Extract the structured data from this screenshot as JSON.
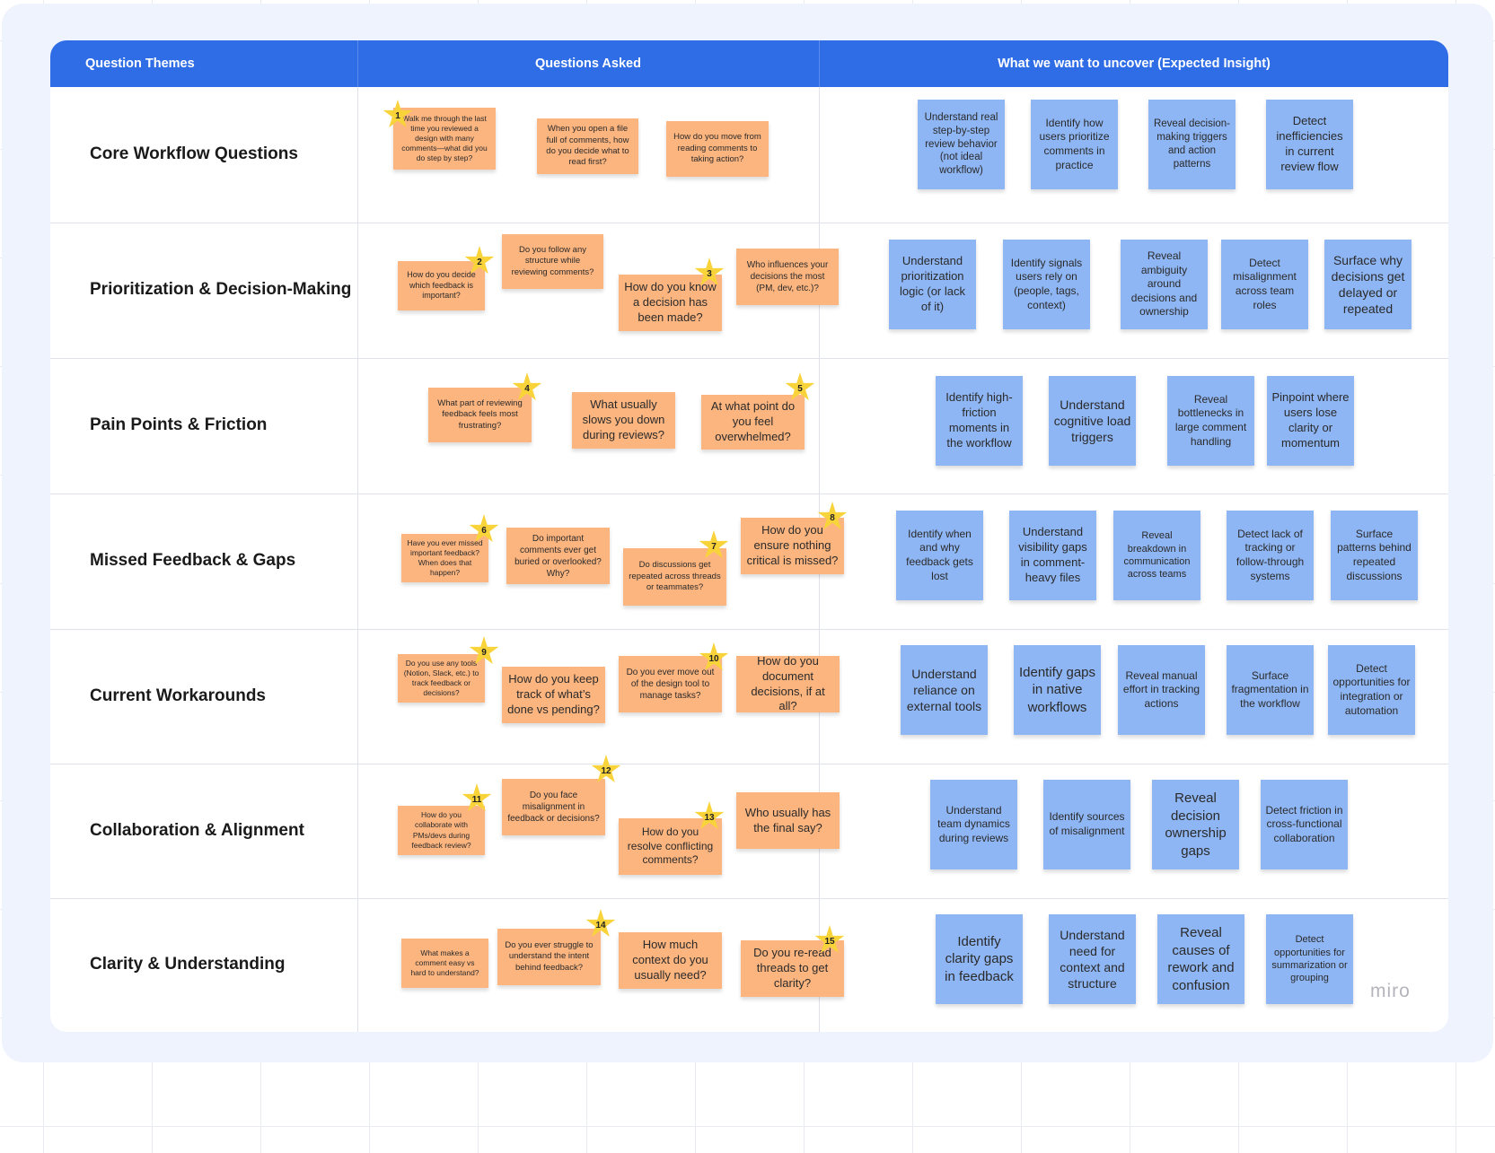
{
  "colors": {
    "header": "#2e6de5",
    "question_note": "#fdb57f",
    "insight_note": "#8fb6f4",
    "star": "#f9d33a"
  },
  "header": {
    "col1": "Question Themes",
    "col2": "Questions Asked",
    "col3": "What we want to uncover (Expected Insight)"
  },
  "rows": [
    {
      "theme": "Core Workflow Questions",
      "questions": [
        {
          "text": "Walk me through the last time you reviewed a design with many comments—what did you do step by step?",
          "star": "1"
        },
        {
          "text": "When you open a file full of comments, how do you decide what to read first?"
        },
        {
          "text": "How do you move from reading comments to taking action?"
        }
      ],
      "insights": [
        "Understand real step-by-step review behavior (not ideal workflow)",
        "Identify how users prioritize comments in practice",
        "Reveal decision-making triggers and action patterns",
        "Detect inefficiencies in current review flow"
      ]
    },
    {
      "theme": "Prioritization & Decision-Making",
      "questions": [
        {
          "text": "How do you decide which feedback is important?",
          "star": "2"
        },
        {
          "text": "Do you follow any structure while reviewing comments?"
        },
        {
          "text": "How do you know a decision has been made?",
          "star": "3"
        },
        {
          "text": "Who influences your decisions the most (PM, dev, etc.)?"
        }
      ],
      "insights": [
        "Understand prioritization logic (or lack of it)",
        "Identify signals users rely on (people, tags, context)",
        "Reveal ambiguity around decisions and ownership",
        "Detect misalignment across team roles",
        "Surface why decisions get delayed or repeated"
      ]
    },
    {
      "theme": "Pain Points & Friction",
      "questions": [
        {
          "text": "What part of reviewing feedback feels most frustrating?",
          "star": "4"
        },
        {
          "text": "What usually slows you down during reviews?"
        },
        {
          "text": "At what point do you feel overwhelmed?",
          "star": "5"
        }
      ],
      "insights": [
        "Identify high-friction moments in the workflow",
        "Understand cognitive load triggers",
        "Reveal bottlenecks in large comment handling",
        "Pinpoint where users lose clarity or momentum"
      ]
    },
    {
      "theme": "Missed Feedback & Gaps",
      "questions": [
        {
          "text": "Have you ever missed important feedback? When does that happen?",
          "star": "6"
        },
        {
          "text": "Do important comments ever get buried or overlooked? Why?"
        },
        {
          "text": "Do discussions get repeated across threads or teammates?",
          "star": "7"
        },
        {
          "text": "How do you ensure nothing critical is missed?",
          "star": "8"
        }
      ],
      "insights": [
        "Identify when and why feedback gets lost",
        "Understand visibility gaps in comment-heavy files",
        "Reveal breakdown in communication across teams",
        "Detect lack of tracking or follow-through systems",
        "Surface patterns behind repeated discussions"
      ]
    },
    {
      "theme": "Current Workarounds",
      "questions": [
        {
          "text": "Do you use any tools (Notion, Slack, etc.) to track feedback or decisions?",
          "star": "9"
        },
        {
          "text": "How do you keep track of what’s done vs pending?"
        },
        {
          "text": "Do you ever move out of the design tool to manage tasks?",
          "star": "10"
        },
        {
          "text": "How do you document decisions, if at all?"
        }
      ],
      "insights": [
        "Understand reliance on external tools",
        "Identify gaps in native workflows",
        "Reveal manual effort in tracking actions",
        "Surface fragmentation in the workflow",
        "Detect opportunities for integration or automation"
      ]
    },
    {
      "theme": "Collaboration & Alignment",
      "questions": [
        {
          "text": "How do you collaborate with PMs/devs during feedback review?",
          "star": "11"
        },
        {
          "text": "Do you face misalignment in feedback or decisions?",
          "star": "12"
        },
        {
          "text": "How do you resolve conflicting comments?",
          "star": "13"
        },
        {
          "text": "Who usually has the final say?"
        }
      ],
      "insights": [
        "Understand team dynamics during reviews",
        "Identify sources of misalignment",
        "Reveal decision ownership gaps",
        "Detect friction in cross-functional collaboration"
      ]
    },
    {
      "theme": "Clarity & Understanding",
      "questions": [
        {
          "text": "What makes a comment easy vs hard to understand?"
        },
        {
          "text": "Do you ever struggle to understand the intent behind feedback?",
          "star": "14"
        },
        {
          "text": "How much context do you usually need?"
        },
        {
          "text": "Do you re-read threads to get clarity?",
          "star": "15"
        }
      ],
      "insights": [
        "Identify clarity gaps in feedback",
        "Understand need for context and structure",
        "Reveal causes of rework and confusion",
        "Detect opportunities for summarization or grouping"
      ]
    }
  ],
  "brand": "miro"
}
